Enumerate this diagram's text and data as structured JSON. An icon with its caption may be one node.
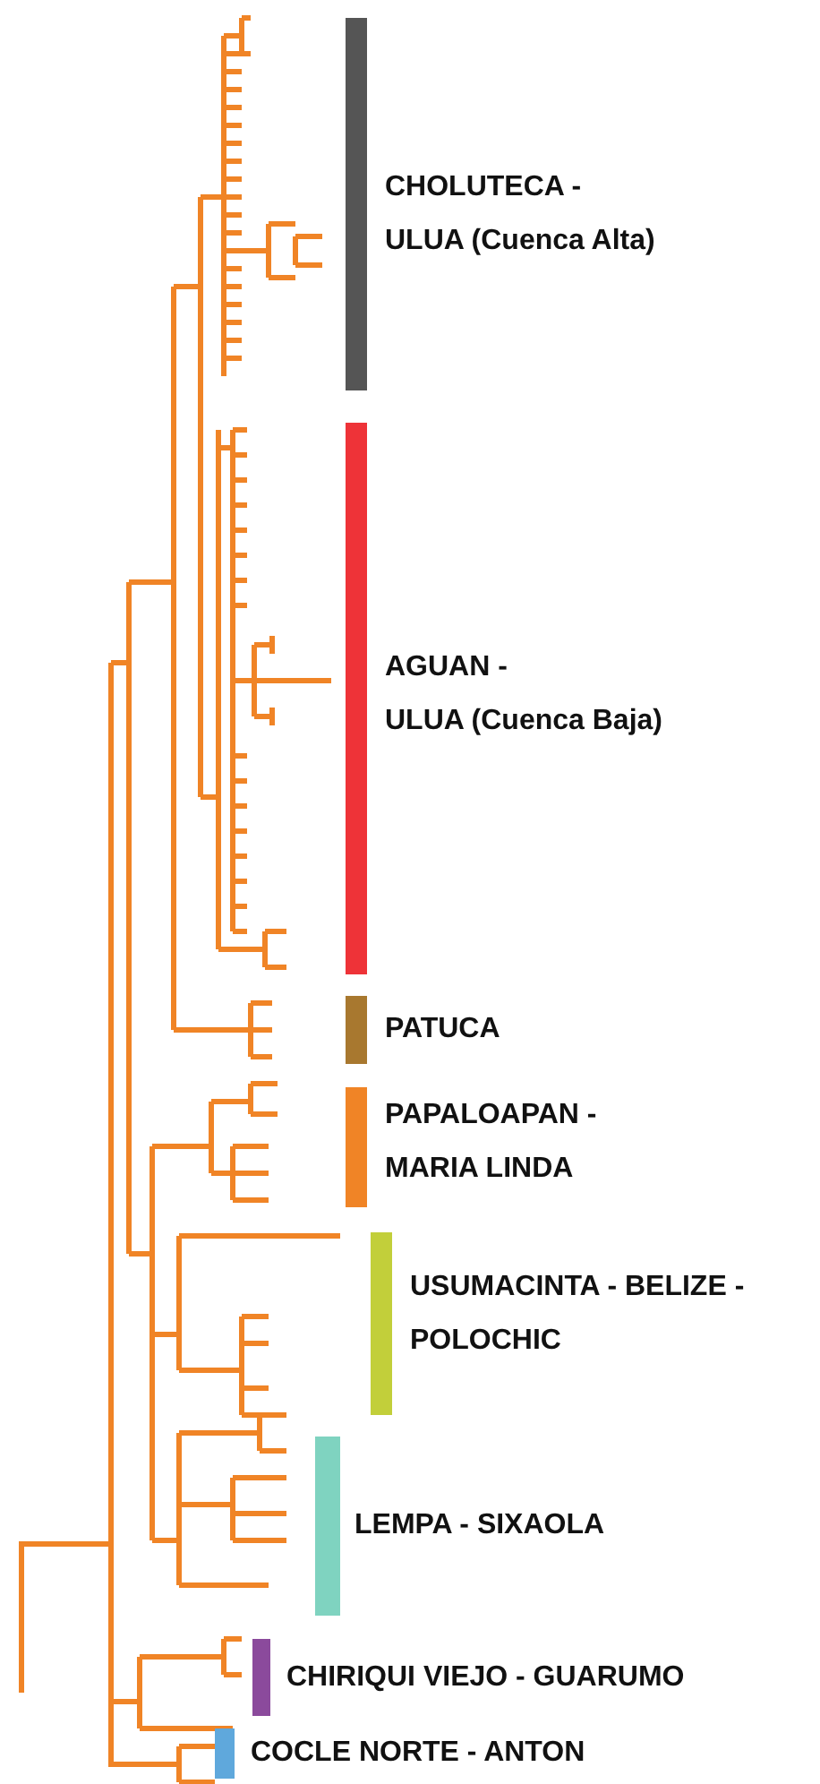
{
  "diagram": {
    "legend": [
      {
        "text": "CHOLUTECA - ULUA (Cuenca Alta)",
        "color": "#555555"
      },
      {
        "text": "AGUAN - ULUA (Cuenca Baja)",
        "color": "#ee3338"
      },
      {
        "text": "PATUCA",
        "color": "#a8782f"
      },
      {
        "text": "PAPALOAPAN - MARIA LINDA",
        "color": "#f08426"
      },
      {
        "text": "USUMACINTA - BELIZE - POLOCHIC",
        "color": "#c2cf3a"
      },
      {
        "text": "LEMPA - SIXAOLA",
        "color": "#7fd3c0"
      },
      {
        "text": "CHIRIQUI VIEJO - GUARUMO",
        "color": "#8b4a9c"
      },
      {
        "text": "COCLE NORTE - ANTON",
        "color": "#5fa8dc"
      }
    ]
  }
}
